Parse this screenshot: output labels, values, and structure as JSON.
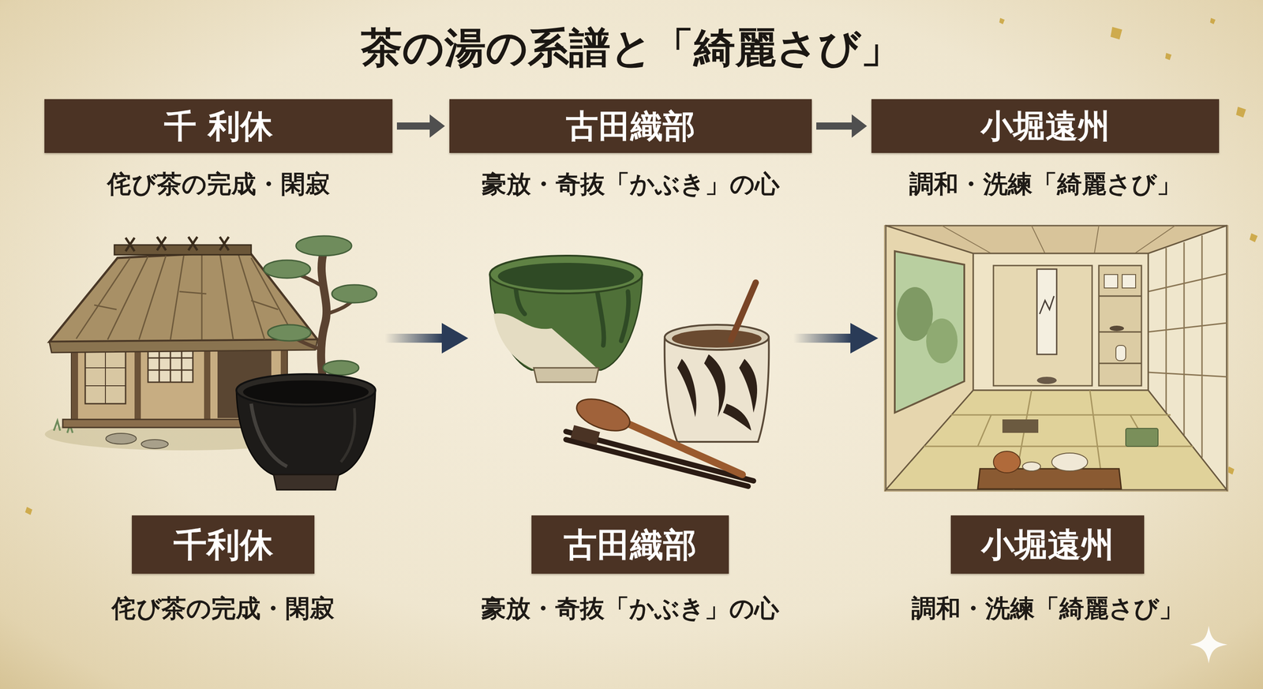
{
  "diagram": {
    "title": "茶の湯の系譜と「綺麗さび」",
    "nodes": [
      {
        "text": [
          "千 利休",
          "侘び茶の完成・閑寂"
        ]
      },
      {
        "text": [
          "古田織部",
          "豪放・奇抜「かぶき」の心"
        ]
      },
      {
        "text": [
          "小堀遠州",
          "調和・洗練「綺麗さび」"
        ]
      },
      {
        "text": [
          "千利休",
          "侘び茶の完成・閑寂"
        ]
      },
      {
        "text": [
          "古田織部",
          "豪放・奇抜「かぶき」の心"
        ]
      },
      {
        "text": [
          "小堀遠州",
          "調和・洗練「綺麗さび」"
        ]
      }
    ],
    "edges": [
      {
        "from": 0,
        "to": 1,
        "arrow": "to"
      },
      {
        "from": 1,
        "to": 2,
        "arrow": "to"
      }
    ]
  }
}
